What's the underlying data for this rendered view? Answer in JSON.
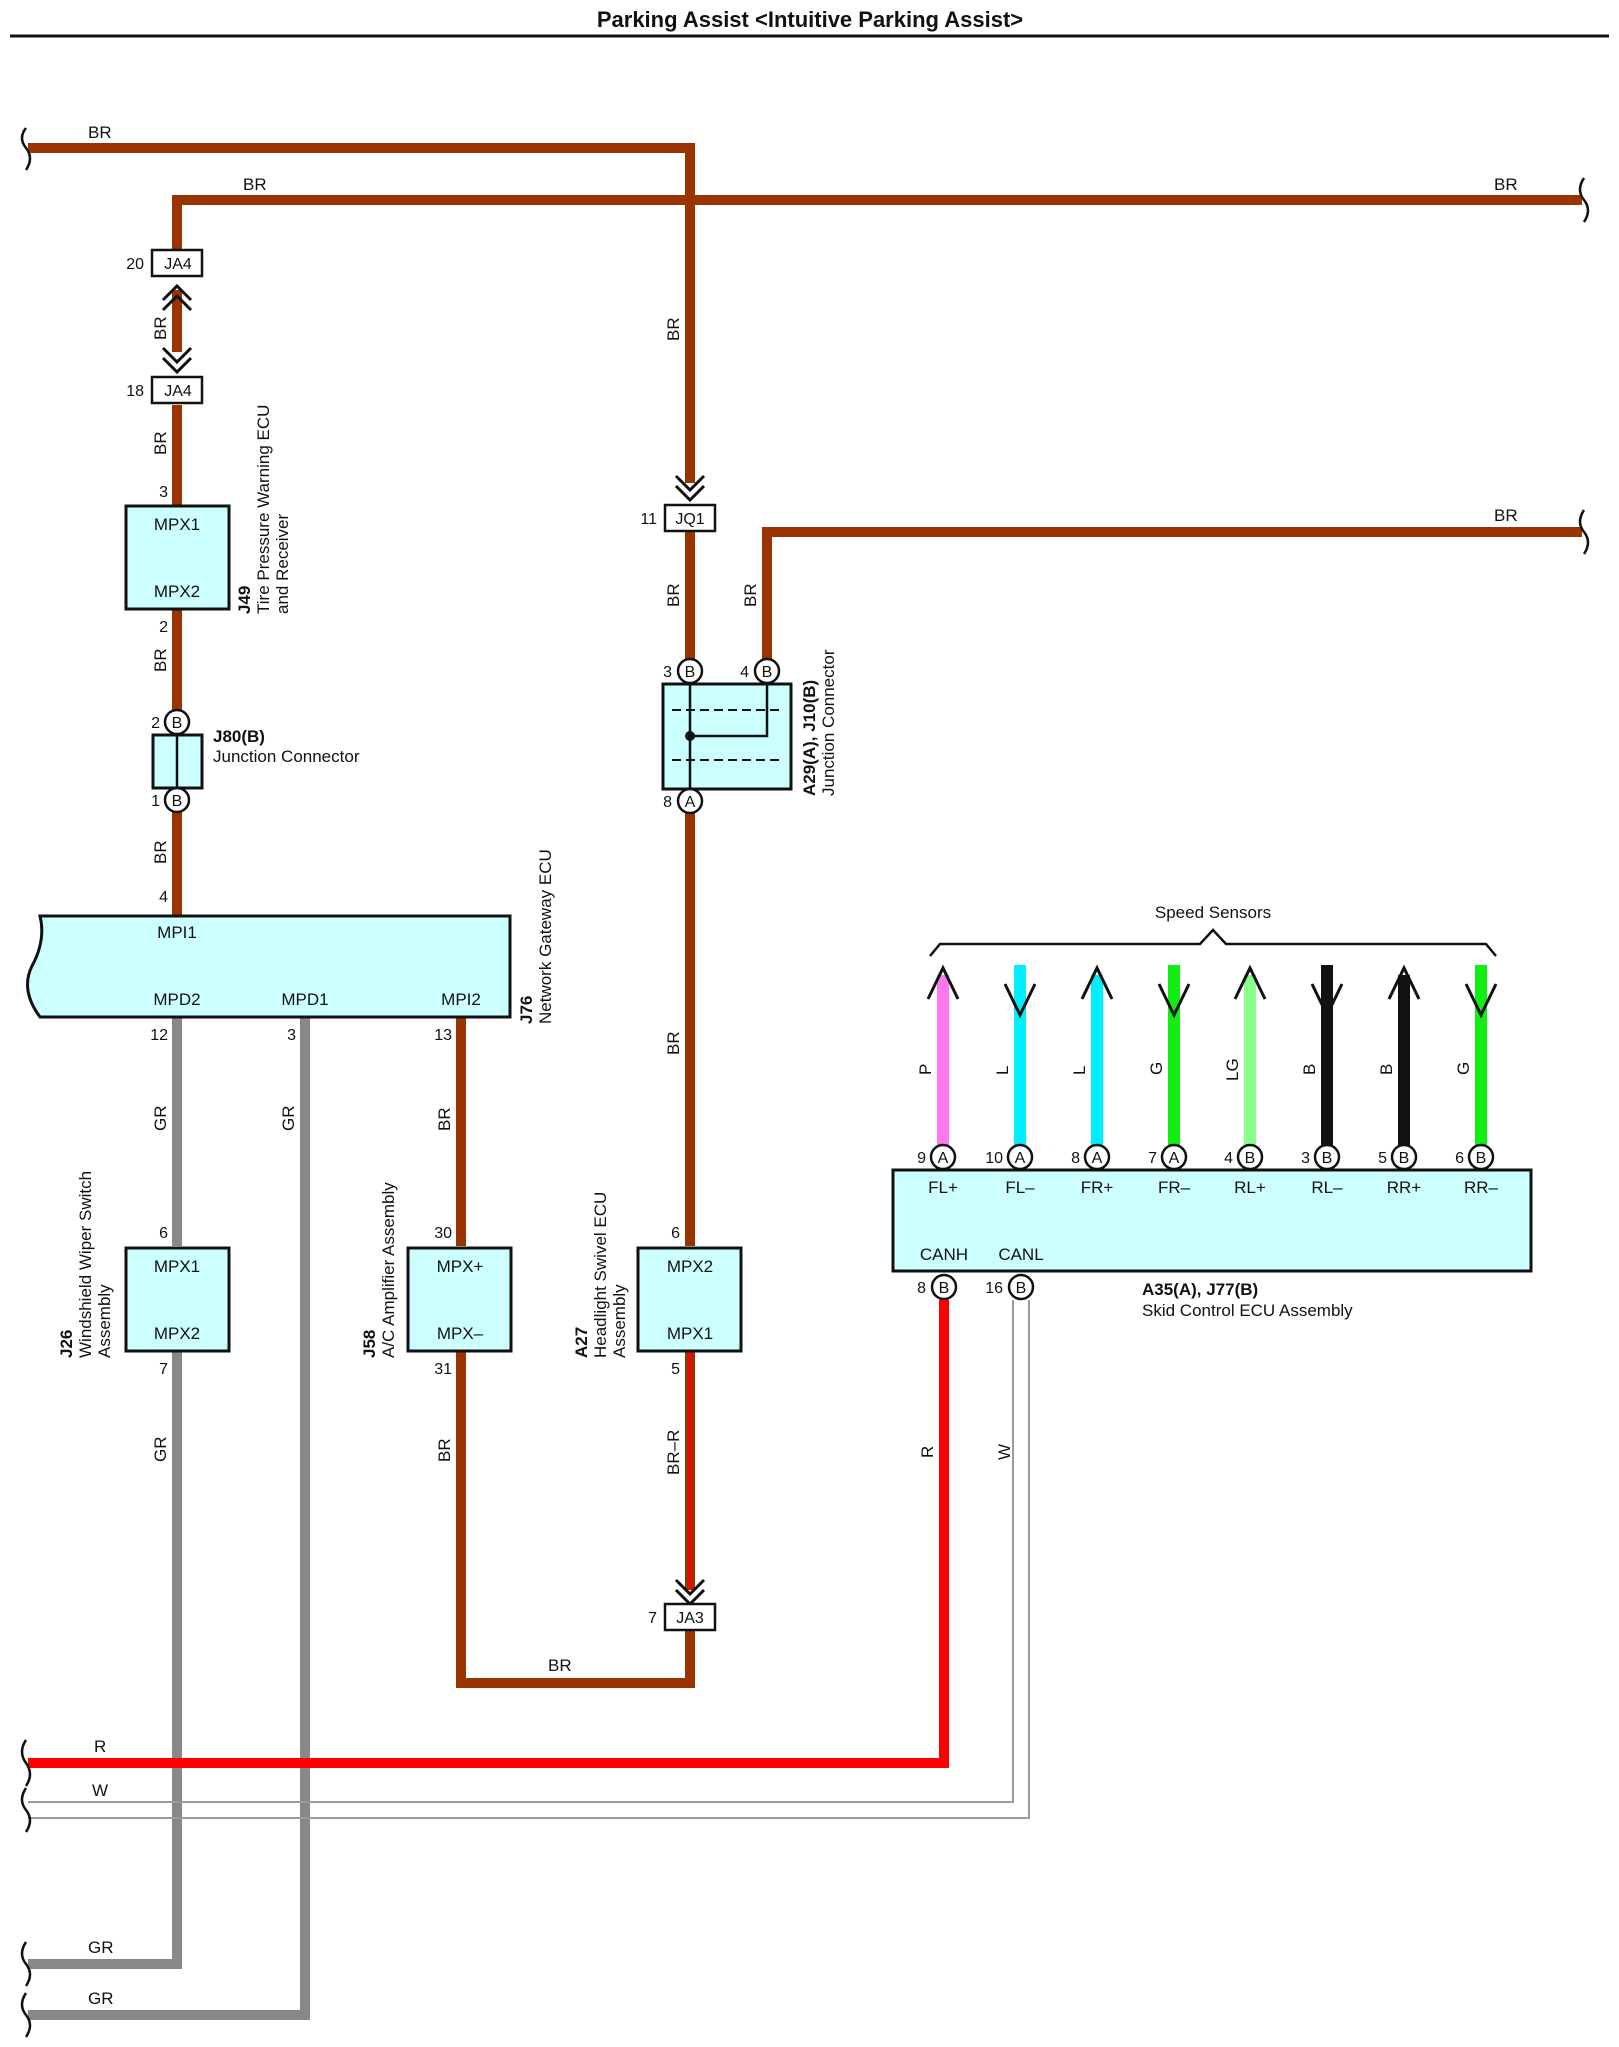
{
  "title": "Parking Assist <Intuitive Parking Assist>",
  "colors": {
    "BR": "#993300",
    "GR": "#888888",
    "R": "#ff0000",
    "W": "#999999",
    "P": "#ff77ee",
    "L": "#00eeff",
    "G": "#11ee11",
    "LG": "#88ff88",
    "B": "#111111",
    "component_fill": "#ccffff"
  },
  "wire_labels": {
    "br_top_left": "BR",
    "br_top_mid": "BR",
    "br_top_right": "BR",
    "br_ja4": "BR",
    "br_j49_top": "BR",
    "br_j49_bottom": "BR",
    "br_j80_bottom": "BR",
    "br_vertical_upper": "BR",
    "br_jq1_bottom": "BR",
    "br_branch": "BR",
    "br_branch_right": "BR",
    "br_vertical_lower": "BR",
    "gr_j76_12": "GR",
    "gr_j76_3": "GR",
    "br_j76_13": "BR",
    "gr_j26_7": "GR",
    "br_j58_31": "BR",
    "br_r_a27": "BR–R",
    "br_bottom": "BR",
    "r_skid": "R",
    "w_skid": "W",
    "r_bottom": "R",
    "w_bottom": "W",
    "gr_bottom_1": "GR",
    "gr_bottom_2": "GR"
  },
  "connectors": {
    "ja4_top": {
      "id": "JA4",
      "pin": "20"
    },
    "ja4_bottom": {
      "id": "JA4",
      "pin": "18"
    },
    "jq1": {
      "id": "JQ1",
      "pin": "11"
    },
    "ja3": {
      "id": "JA3",
      "pin": "7"
    }
  },
  "components": {
    "j49": {
      "code": "J49",
      "name_line1": "Tire Pressure Warning ECU",
      "name_line2": "and Receiver",
      "pin_top": "3",
      "pin_bottom": "2",
      "terminal_top": "MPX1",
      "terminal_bottom": "MPX2"
    },
    "j80": {
      "code": "J80(B)",
      "name": "Junction Connector",
      "pin_top": "2",
      "pin_bottom": "1",
      "badge": "B"
    },
    "junction_a29_j10": {
      "code": "A29(A), J10(B)",
      "name": "Junction Connector",
      "pin_3": "3",
      "pin_4": "4",
      "pin_8": "8",
      "badge_3": "B",
      "badge_4": "B",
      "badge_8": "A"
    },
    "j76": {
      "code": "J76",
      "name": "Network Gateway ECU",
      "pin_mpi1": "4",
      "terminal_mpi1": "MPI1",
      "terminal_mpd2": "MPD2",
      "terminal_mpd1": "MPD1",
      "terminal_mpi2": "MPI2",
      "pin_mpd2": "12",
      "pin_mpd1": "3",
      "pin_mpi2": "13"
    },
    "j26": {
      "code": "J26",
      "name_line1": "Windshield Wiper Switch",
      "name_line2": "Assembly",
      "pin_top": "6",
      "pin_bottom": "7",
      "terminal_top": "MPX1",
      "terminal_bottom": "MPX2"
    },
    "j58": {
      "code": "J58",
      "name": "A/C Amplifier Assembly",
      "pin_top": "30",
      "pin_bottom": "31",
      "terminal_top": "MPX+",
      "terminal_bottom": "MPX–"
    },
    "a27": {
      "code": "A27",
      "name_line1": "Headlight Swivel ECU",
      "name_line2": "Assembly",
      "pin_top": "6",
      "pin_bottom": "5",
      "terminal_top": "MPX2",
      "terminal_bottom": "MPX1"
    },
    "skid": {
      "code": "A35(A), J77(B)",
      "name": "Skid Control ECU Assembly",
      "terminal_canh": "CANH",
      "terminal_canl": "CANL",
      "pin_canh": "8",
      "pin_canl": "16",
      "badge_canh": "B",
      "badge_canl": "B"
    }
  },
  "speed_sensors": {
    "label": "Speed Sensors",
    "wires": [
      {
        "color_code": "P",
        "direction": "up",
        "pin": "9",
        "badge": "A",
        "terminal": "FL+"
      },
      {
        "color_code": "L",
        "direction": "down",
        "pin": "10",
        "badge": "A",
        "terminal": "FL–"
      },
      {
        "color_code": "L",
        "direction": "up",
        "pin": "8",
        "badge": "A",
        "terminal": "FR+"
      },
      {
        "color_code": "G",
        "direction": "down",
        "pin": "7",
        "badge": "A",
        "terminal": "FR–"
      },
      {
        "color_code": "LG",
        "direction": "up",
        "pin": "4",
        "badge": "B",
        "terminal": "RL+"
      },
      {
        "color_code": "B",
        "direction": "down",
        "pin": "3",
        "badge": "B",
        "terminal": "RL–"
      },
      {
        "color_code": "B",
        "direction": "up",
        "pin": "5",
        "badge": "B",
        "terminal": "RR+"
      },
      {
        "color_code": "G",
        "direction": "down",
        "pin": "6",
        "badge": "B",
        "terminal": "RR–"
      }
    ]
  }
}
